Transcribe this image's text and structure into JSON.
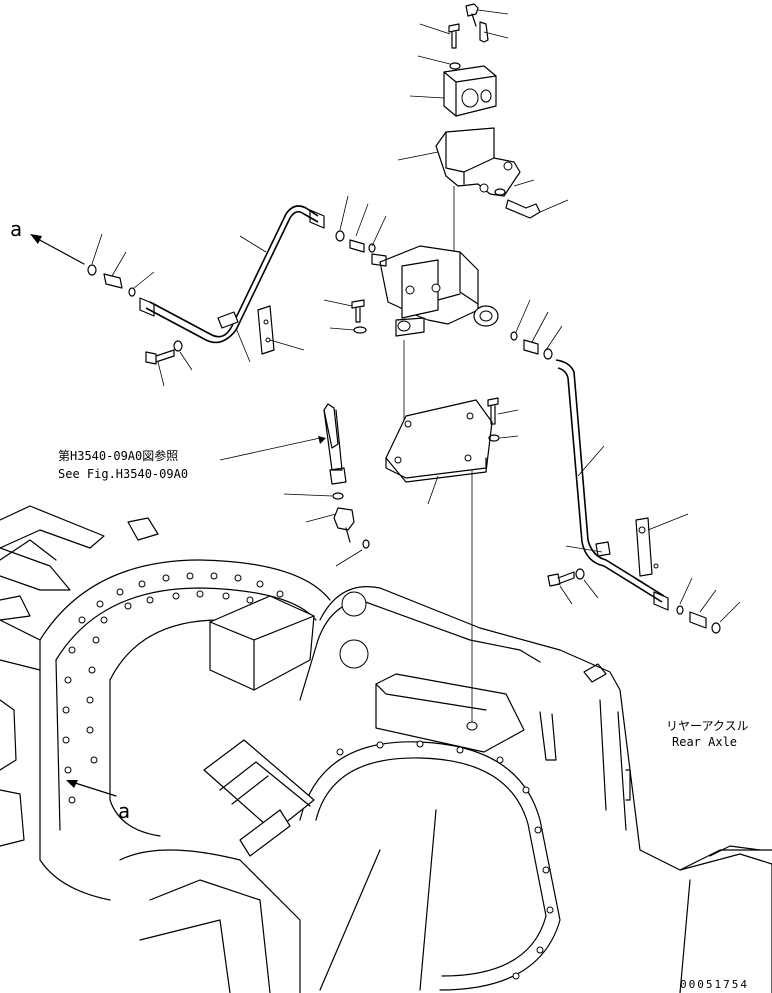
{
  "diagram": {
    "ref_label_jp": "第H3540-09A0図参照",
    "ref_label_en": "See Fig.H3540-09A0",
    "rear_axle_jp": "リヤーアクスル",
    "rear_axle_en": "Rear Axle",
    "arrow_mark_top": "a",
    "arrow_mark_bottom": "a",
    "drawing_code": "00051754"
  }
}
